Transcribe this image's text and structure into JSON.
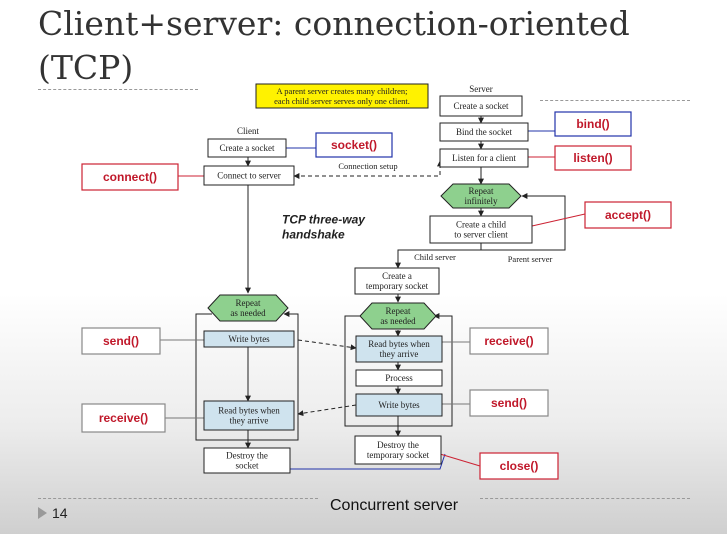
{
  "slide": {
    "title_line1": "Client+server: connection-oriented",
    "title_line2": "(TCP)",
    "page_number": "14",
    "caption": "Concurrent server"
  },
  "diagram": {
    "note": [
      "A parent server creates many children;",
      "each child server serves only one client."
    ],
    "server_label": "Server",
    "client_label": "Client",
    "connection_setup": "Connection setup",
    "handshake": [
      "TCP three-way",
      "handshake"
    ],
    "child_server": "Child server",
    "parent_server": "Parent server",
    "boxes": {
      "s_create": [
        "Create a socket"
      ],
      "s_bind": [
        "Bind the socket"
      ],
      "s_listen": [
        "Listen for a client"
      ],
      "s_repeat": [
        "Repeat",
        "infinitely"
      ],
      "s_child": [
        "Create a child",
        "to server client"
      ],
      "c_create": [
        "Create a socket"
      ],
      "c_connect": [
        "Connect to server"
      ],
      "c_repeat": [
        "Repeat",
        "as needed"
      ],
      "c_write": [
        "Write bytes"
      ],
      "c_read": [
        "Read bytes when",
        "they arrive"
      ],
      "c_destroy": [
        "Destroy the",
        "socket"
      ],
      "t_temp": [
        "Create a",
        "temporary socket"
      ],
      "t_repeat": [
        "Repeat",
        "as needed"
      ],
      "t_read": [
        "Read bytes when",
        "they arrive"
      ],
      "t_process": [
        "Process"
      ],
      "t_write": [
        "Write bytes"
      ],
      "t_destroy": [
        "Destroy the",
        "temporary socket"
      ]
    },
    "calls": {
      "bind": "bind()",
      "listen": "listen()",
      "socket": "socket()",
      "connect": "connect()",
      "accept": "accept()",
      "send_client": "send()",
      "receive_client": "receive()",
      "receive_server": "receive()",
      "send_server": "send()",
      "close": "close()"
    },
    "colors": {
      "call_text": "#c0182a",
      "call_border_red": "#cc2233",
      "call_border_blue": "#2233aa",
      "hexagon": "#8ed08e",
      "blue_box": "#cfe3ee",
      "note_bg": "#fff200"
    }
  }
}
